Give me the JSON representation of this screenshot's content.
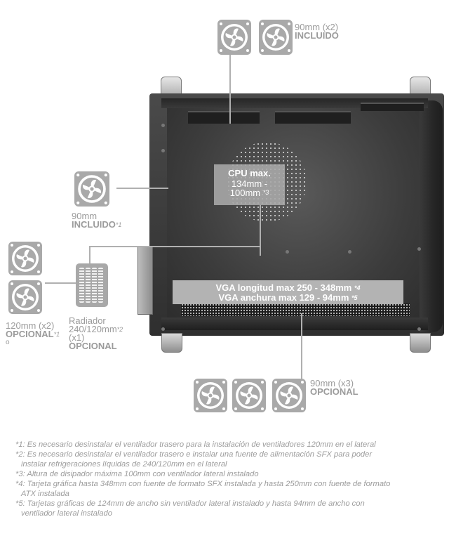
{
  "labels": {
    "top_fans_count": "90mm (x2)",
    "top_fans_status": "INCLUIDO",
    "rear_fan_size": "90mm",
    "rear_fan_status": "INCLUIDO",
    "rear_fan_note": "*1",
    "side_fans_count": "120mm (x2)",
    "side_fans_status": "OPCIONAL",
    "side_fans_note_a": "*1",
    "side_fans_note_b": "o",
    "radiator_name": "Radiador",
    "radiator_size": "240/120mm",
    "radiator_note": "*2",
    "radiator_count": "(x1)",
    "radiator_status": "OPCIONAL",
    "bottom_fans_count": "90mm (x3)",
    "bottom_fans_status": "OPCIONAL"
  },
  "cpu_box": {
    "line1": "CPU max.",
    "line2": "134mm -",
    "line3": "100mm",
    "note": "*3"
  },
  "vga_box": {
    "line1": "VGA longitud max 250 - 348mm",
    "line1_note": "*4",
    "line2": "VGA anchura max 129 - 94mm",
    "line2_note": "*5"
  },
  "footnotes": [
    {
      "mark": "*1",
      "line1": ": Es necesario desinstalar el ventilador trasero para la instalación de ventiladores 120mm en el lateral",
      "line2": ""
    },
    {
      "mark": "*2",
      "line1": ": Es necesario desinstalar el ventilador trasero e instalar una fuente de alimentación SFX para poder",
      "line2": "instalar refrigeraciones líquidas de 240/120mm en el lateral"
    },
    {
      "mark": "*3",
      "line1": ": Altura de disipador máxima 100mm con ventilador lateral instalado",
      "line2": ""
    },
    {
      "mark": "*4",
      "line1": ": Tarjeta gráfica hasta 348mm con fuente de formato SFX instalada y hasta 250mm con fuente de formato",
      "line2": "ATX instalada"
    },
    {
      "mark": "*5",
      "line1": ": Tarjetas gráficas de 124mm de ancho sin ventilador lateral instalado y hasta 94mm de ancho con",
      "line2": "ventilador lateral instalado"
    }
  ],
  "colors": {
    "label_gray": "#9b9b9b",
    "fan_gray": "#a9a9a9",
    "case_dark": "#3c3c3c"
  }
}
